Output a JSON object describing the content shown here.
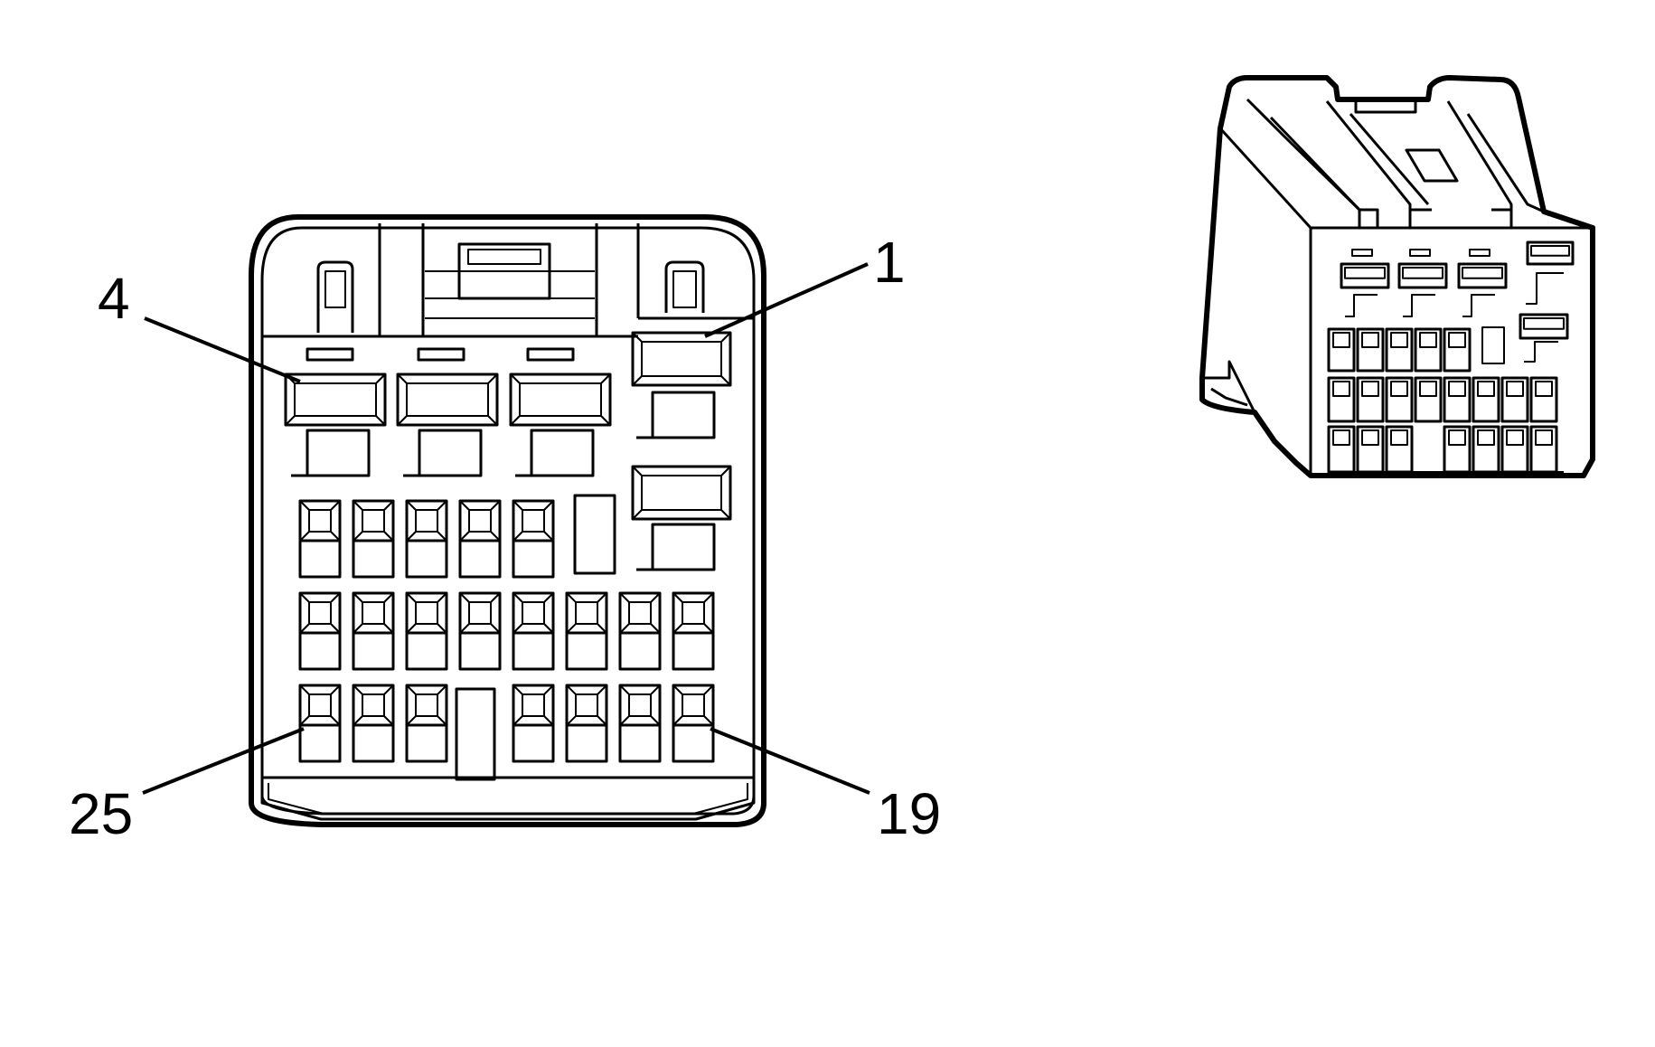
{
  "callouts": {
    "pin_4": "4",
    "pin_1": "1",
    "pin_25": "25",
    "pin_19": "19"
  }
}
